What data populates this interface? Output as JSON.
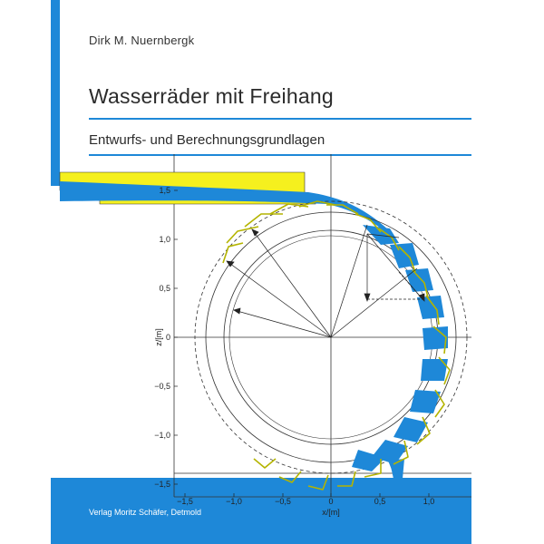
{
  "cover": {
    "author": "Dirk M. Nuernbergk",
    "title": "Wasserräder mit Freihang",
    "subtitle": "Entwurfs- und Berechnungsgrundlagen",
    "publisher": "Verlag Moritz Schäfer, Detmold"
  },
  "figure": {
    "x_axis_title": "x/[m]",
    "z_axis_title": "z/[m]",
    "x_ticks": [
      "−1,5",
      "−1,0",
      "−0,5",
      "0",
      "0,5",
      "1,0"
    ],
    "z_ticks": [
      "1,5",
      "1,0",
      "0,5",
      "0",
      "−0,5",
      "−1,0",
      "−1,5"
    ],
    "x_tick_values": [
      -1.5,
      -1.0,
      -0.5,
      0,
      0.5,
      1.0
    ],
    "z_tick_values": [
      1.5,
      1.0,
      0.5,
      0,
      -0.5,
      -1.0,
      -1.5
    ]
  },
  "colors": {
    "accent_blue": "#1e88d8",
    "flume_yellow": "#f5f01e",
    "bucket_olive": "#b4b400"
  }
}
